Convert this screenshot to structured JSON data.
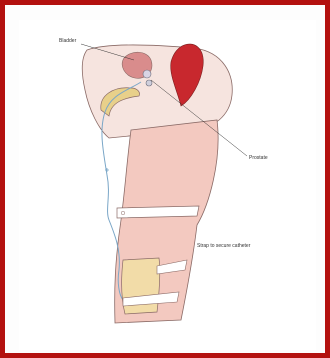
{
  "figure": {
    "labels": {
      "bladder": "Bladder",
      "prostate": "Prostate",
      "strap": "Strap to secure catheter"
    }
  },
  "colors": {
    "border": "#b3110f",
    "skin": "#f3c9c0",
    "skin_outline": "#8a6a66",
    "bladder": "#d98c8c",
    "rectum": "#c8282e",
    "bag": "#f2dca8",
    "strap": "#ffffff",
    "catheter_tube": "#7aa6c7",
    "catheter_body": "#e8d08a"
  }
}
